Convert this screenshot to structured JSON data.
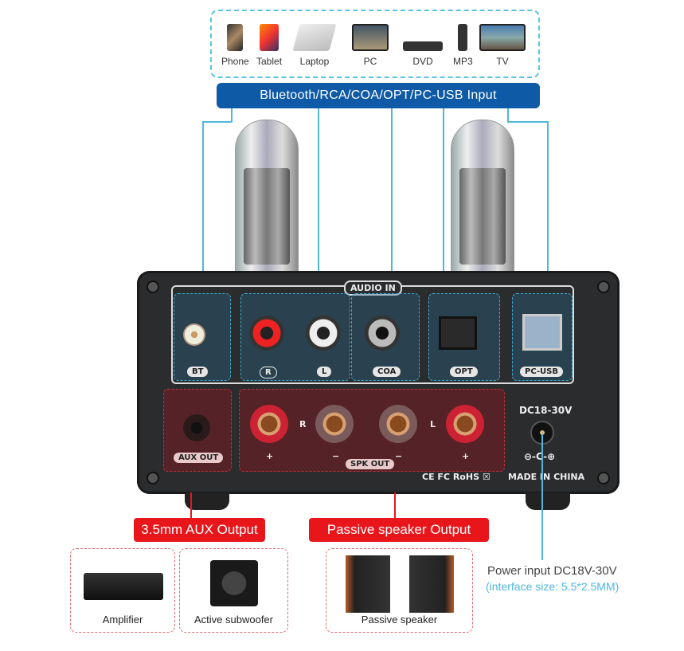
{
  "sources": [
    {
      "label": "Phone",
      "icon": "phone-icon"
    },
    {
      "label": "Tablet",
      "icon": "tablet-icon"
    },
    {
      "label": "Laptop",
      "icon": "laptop-icon"
    },
    {
      "label": "PC",
      "icon": "pc-icon"
    },
    {
      "label": "DVD",
      "icon": "dvd-icon"
    },
    {
      "label": "MP3",
      "icon": "mp3-icon"
    },
    {
      "label": "TV",
      "icon": "tv-icon"
    }
  ],
  "input_banner": "Bluetooth/RCA/COA/OPT/PC-USB Input",
  "panel": {
    "audio_in": "AUDIO IN",
    "bt": "BT",
    "r": "R",
    "l": "L",
    "coa": "COA",
    "opt": "OPT",
    "usb": "PC-USB",
    "aux_out": "AUX OUT",
    "spk_out": "SPK OUT",
    "spk_r": "R",
    "spk_l": "L",
    "plus": "+",
    "minus": "−",
    "dc": "DC18-30V",
    "polarity": "⊖-C-⊕",
    "certs": "CE FC RoHS ☒",
    "made_in": "MADE IN CHINA"
  },
  "outputs": {
    "aux": "3.5mm AUX Output",
    "speaker": "Passive speaker Output"
  },
  "targets": {
    "amplifier": "Amplifier",
    "subwoofer": "Active subwoofer",
    "passive": "Passive speaker"
  },
  "power": {
    "title": "Power input DC18V-30V",
    "note": "(interface size: 5.5*2.5MM)"
  },
  "colors": {
    "blue": "#0f5aa6",
    "red": "#e8151b",
    "cyan": "#4fb7dc"
  }
}
